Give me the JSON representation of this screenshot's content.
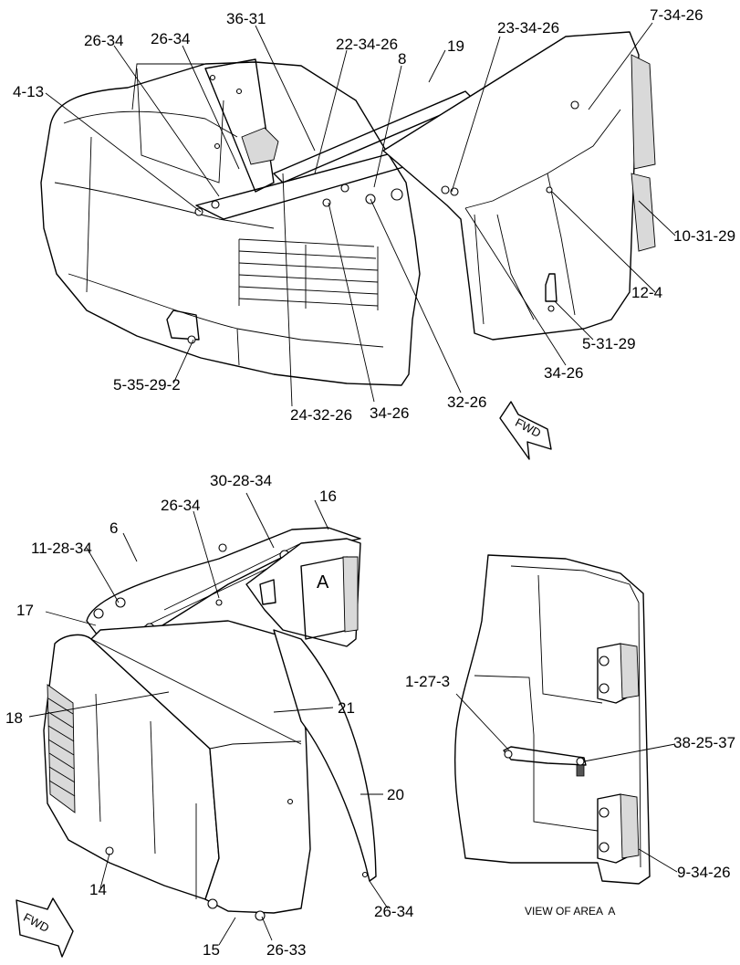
{
  "top_view": {
    "labels": [
      "7-34-26",
      "36-31",
      "23-34-26",
      "26-34",
      "26-34",
      "22-34-26",
      "19",
      "8",
      "4-13",
      "10-31-29",
      "12-4",
      "5-31-29",
      "34-26",
      "5-35-29-2",
      "24-32-26",
      "34-26",
      "32-26"
    ],
    "fwd_label": "FWD"
  },
  "lower_left_view": {
    "labels": [
      "30-28-34",
      "16",
      "26-34",
      "6",
      "11-28-34",
      "A",
      "17",
      "18",
      "21",
      "20",
      "14",
      "26-34",
      "15",
      "26-33"
    ],
    "fwd_label": "FWD"
  },
  "detail_view": {
    "labels": [
      "1-27-3",
      "38-25-37",
      "9-34-26"
    ],
    "caption": "VIEW OF AREA  A"
  },
  "colors": {
    "line": "#000000",
    "background": "#ffffff",
    "shade": "#d9d9d9"
  }
}
